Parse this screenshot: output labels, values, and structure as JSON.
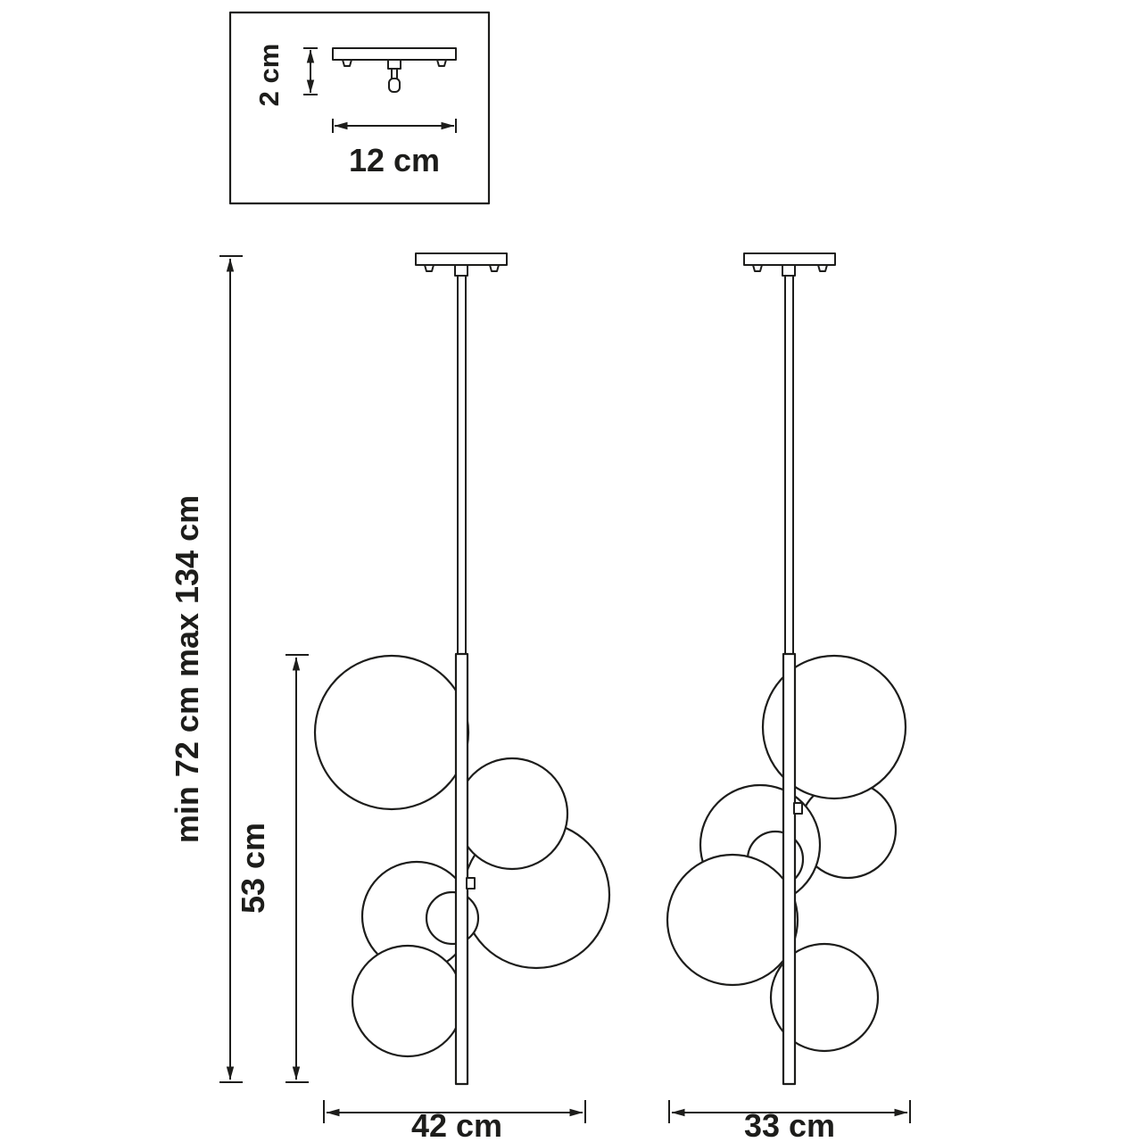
{
  "style": {
    "background": "#ffffff",
    "line_color": "#1d1d1b"
  },
  "canopy_detail": {
    "height_label": "2 cm",
    "width_label": "12 cm"
  },
  "dimensions": {
    "overall_height": "min 72 cm max 134 cm",
    "fixture_height": "53 cm",
    "front_width": "42 cm",
    "side_width": "33 cm"
  },
  "views": {
    "front_sphere_count": 6,
    "side_sphere_count": 6
  }
}
